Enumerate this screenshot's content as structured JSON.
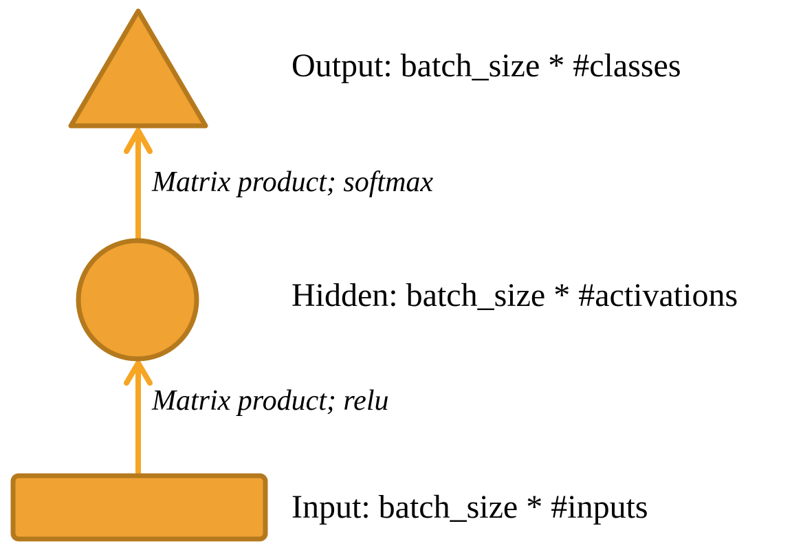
{
  "diagram": {
    "type": "neural-network-layers",
    "nodes": [
      {
        "id": "output",
        "shape": "triangle",
        "label": "Output: batch_size * #classes"
      },
      {
        "id": "hidden",
        "shape": "circle",
        "label": "Hidden: batch_size * #activations"
      },
      {
        "id": "input",
        "shape": "rectangle",
        "label": "Input: batch_size * #inputs"
      }
    ],
    "edges": [
      {
        "from": "hidden",
        "to": "output",
        "label": "Matrix product; softmax"
      },
      {
        "from": "input",
        "to": "hidden",
        "label": "Matrix product; relu"
      }
    ],
    "colors": {
      "shape_fill": "#F0A232",
      "shape_border": "#B5791D",
      "arrow": "#F6A524",
      "text": "#000000",
      "background": "#FFFFFF"
    }
  }
}
